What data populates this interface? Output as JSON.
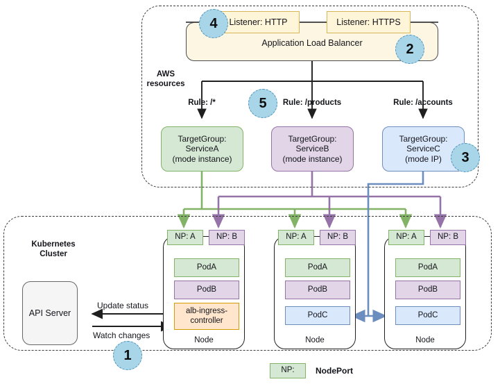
{
  "aws": {
    "group_label": "AWS\nresources",
    "group_label_line1": "AWS",
    "group_label_line2": "resources",
    "alb": {
      "title": "Application Load Balancer"
    },
    "listeners": [
      {
        "label": "Listener: HTTP"
      },
      {
        "label": "Listener: HTTPS"
      }
    ],
    "rules": [
      {
        "label": "Rule: /*"
      },
      {
        "label": "Rule: /products"
      },
      {
        "label": "Rule: /accounts"
      }
    ],
    "target_groups": [
      {
        "line1": "TargetGroup:",
        "line2": "ServiceA",
        "line3": "(mode instance)",
        "color": "#d5e8d4",
        "border": "#82b366"
      },
      {
        "line1": "TargetGroup:",
        "line2": "ServiceB",
        "line3": "(mode instance)",
        "color": "#e1d5e7",
        "border": "#9673a6"
      },
      {
        "line1": "TargetGroup:",
        "line2": "ServiceC",
        "line3": "(mode IP)",
        "color": "#dae8fc",
        "border": "#6c8ebf"
      }
    ]
  },
  "kubernetes": {
    "group_label_line1": "Kubernetes",
    "group_label_line2": "Cluster",
    "api_server": {
      "label": "API Server"
    },
    "arrows": [
      {
        "label": "Update status"
      },
      {
        "label": "Watch changes"
      }
    ],
    "nodes": [
      {
        "caption": "Node",
        "ports": [
          {
            "label": "NP: A"
          },
          {
            "label": "NP: B"
          }
        ],
        "pods": [
          {
            "label": "PodA",
            "kind": "pod-a"
          },
          {
            "label": "PodB",
            "kind": "pod-b"
          },
          {
            "label": "alb-ingress-\ncontroller",
            "kind": "pod-ctrl",
            "line1": "alb-ingress-",
            "line2": "controller"
          }
        ]
      },
      {
        "caption": "Node",
        "ports": [
          {
            "label": "NP: A"
          },
          {
            "label": "NP: B"
          }
        ],
        "pods": [
          {
            "label": "PodA",
            "kind": "pod-a"
          },
          {
            "label": "PodB",
            "kind": "pod-b"
          },
          {
            "label": "PodC",
            "kind": "pod-c"
          }
        ]
      },
      {
        "caption": "Node",
        "ports": [
          {
            "label": "NP: A"
          },
          {
            "label": "NP: B"
          }
        ],
        "pods": [
          {
            "label": "PodA",
            "kind": "pod-a"
          },
          {
            "label": "PodB",
            "kind": "pod-b"
          },
          {
            "label": "PodC",
            "kind": "pod-c"
          }
        ]
      }
    ]
  },
  "legend": {
    "swatch_label": "NP:",
    "text": "NodePort"
  },
  "badges": [
    {
      "number": "1"
    },
    {
      "number": "2"
    },
    {
      "number": "3"
    },
    {
      "number": "4"
    },
    {
      "number": "5"
    }
  ],
  "colors": {
    "green": "#82b366",
    "green_fill": "#d5e8d4",
    "purple": "#9673a6",
    "purple_fill": "#e1d5e7",
    "blue": "#6c8ebf",
    "blue_fill": "#dae8fc",
    "orange": "#d79b00",
    "orange_fill": "#ffe6cc",
    "yellow_fill": "#fff6d9",
    "yellow_border": "#d6b656",
    "badge_fill": "#a8d5e8",
    "badge_border": "#4a90b8",
    "line_black": "#1f1f1f"
  }
}
